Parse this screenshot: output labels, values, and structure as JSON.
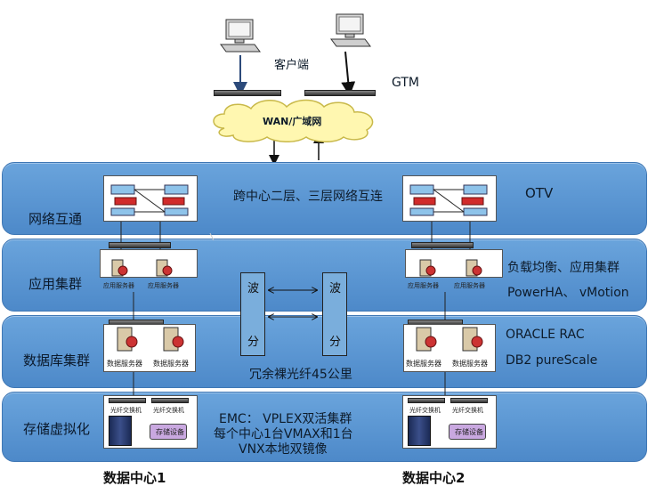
{
  "top": {
    "client_label": "客户端",
    "gtm_label": "GTM",
    "wan_label": "WAN/广域网"
  },
  "rows": {
    "network": {
      "label": "网络互通",
      "center_text": "跨中心二层、三层网络互连",
      "right_text": "OTV"
    },
    "app": {
      "label": "应用集群",
      "right_line1": "负载均衡、应用集群",
      "right_line2": "PowerHA、 vMotion",
      "server_label": "应用服务器"
    },
    "db": {
      "label": "数据库集群",
      "right_line1": "ORACLE   RAC",
      "right_line2": "DB2 pureScale",
      "server_label": "数据服务器",
      "fiber_text": "冗余裸光纤45公里"
    },
    "storage": {
      "label": "存储虚拟化",
      "switch_label": "光纤交换机",
      "device_label": "存储设备",
      "line1": "EMC： VPLEX双活集群",
      "line2": "每个中心1台VMAX和1台",
      "line3": "VNX本地双镜像"
    }
  },
  "wdm": {
    "char_top": "波",
    "char_bottom": "分"
  },
  "footer": {
    "dc1": "数据中心1",
    "dc2": "数据中心2"
  },
  "colors": {
    "band": "#5d98d4",
    "firewall": "#d12b2b",
    "wdm_box": "#7aaedc",
    "storage_tag": "#c9a8e0"
  }
}
